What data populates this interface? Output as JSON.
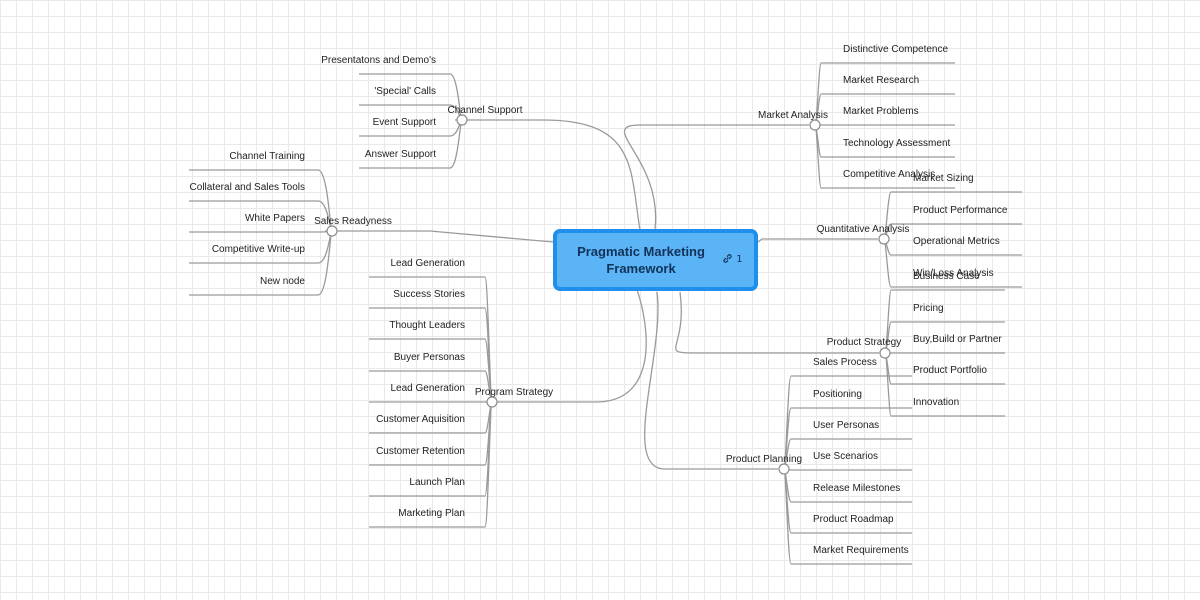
{
  "root": {
    "title": "Pragmatic Marketing\nFramework",
    "link_count": "1"
  },
  "branches": [
    {
      "label": "Channel Support",
      "children": [
        "Presentatons and Demo's",
        "'Special' Calls",
        "Event Support",
        "Answer Support"
      ]
    },
    {
      "label": "Sales Readyness",
      "children": [
        "Channel Training",
        "Collateral and Sales Tools",
        "White Papers",
        "Competitive Write-up",
        "New node"
      ]
    },
    {
      "label": "Program Strategy",
      "children": [
        "Lead Generation",
        "Success Stories",
        "Thought Leaders",
        "Buyer Personas",
        "Lead Generation",
        "Customer Aquisition",
        "Customer Retention",
        "Launch Plan",
        "Marketing Plan"
      ]
    },
    {
      "label": "Market Analysis",
      "children": [
        "Distinctive Competence",
        "Market Research",
        "Market Problems",
        "Technology Assessment",
        "Competitive Analysis"
      ]
    },
    {
      "label": "Quantitative Analysis",
      "children": [
        "Market Sizing",
        "Product Performance",
        "Operational Metrics",
        "Win/Loss Analysis"
      ]
    },
    {
      "label": "Product Strategy",
      "children": [
        "Business Case",
        "Pricing",
        "Buy,Build or Partner",
        "Product Portfolio",
        "Innovation"
      ]
    },
    {
      "label": "Product Planning",
      "children": [
        "Sales Process",
        "Positioning",
        "User Personas",
        "Use Scenarios",
        "Release Milestones",
        "Product Roadmap",
        "Market Requirements"
      ]
    }
  ]
}
